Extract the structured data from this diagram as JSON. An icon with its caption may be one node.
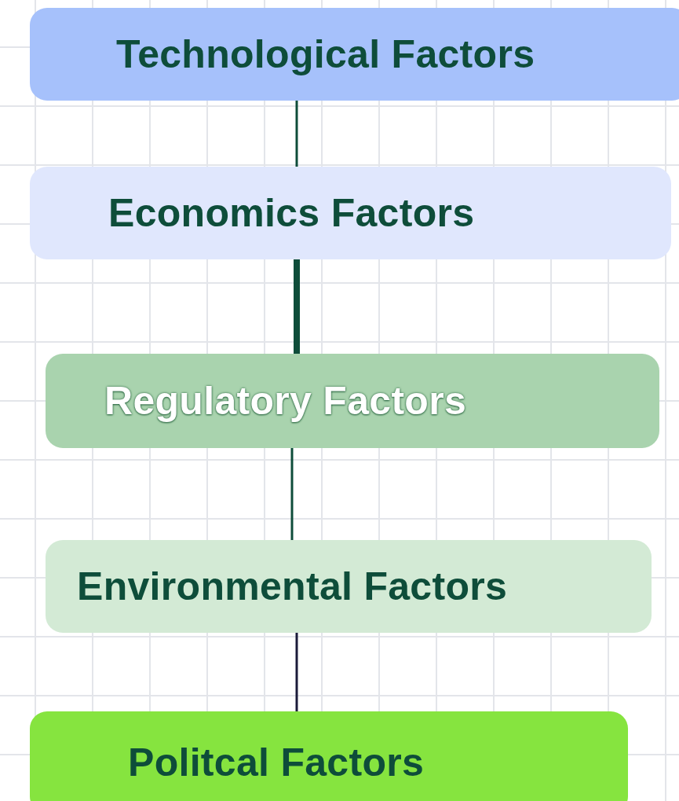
{
  "diagram": {
    "nodes": [
      {
        "text": [
          "Technological Factors"
        ]
      },
      {
        "text": [
          "Economics Factors"
        ]
      },
      {
        "text": [
          "Regulatory Factors"
        ]
      },
      {
        "text": [
          "Environmental Factors"
        ]
      },
      {
        "text": [
          "Politcal Factors"
        ]
      }
    ],
    "edges": [
      {
        "from": 0,
        "to": 1,
        "arrow": "none"
      },
      {
        "from": 1,
        "to": 2,
        "arrow": "none",
        "style": "thick"
      },
      {
        "from": 2,
        "to": 3,
        "arrow": "none"
      },
      {
        "from": 3,
        "to": 4,
        "arrow": "none",
        "color": "#1b1b3a"
      }
    ]
  }
}
